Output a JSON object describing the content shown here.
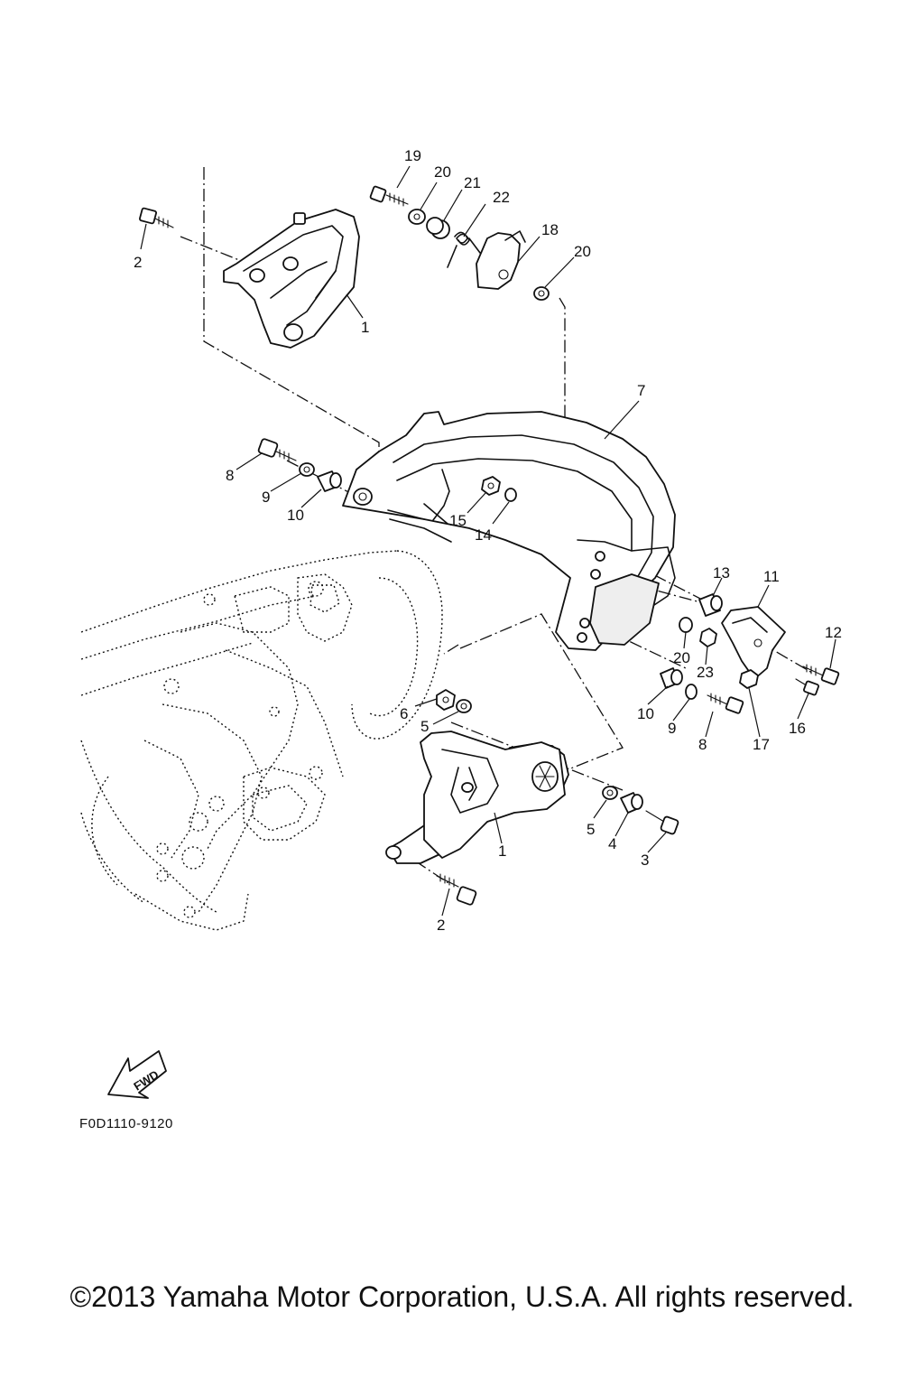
{
  "diagram": {
    "callouts": [
      {
        "id": "19",
        "text": "19"
      },
      {
        "id": "20a",
        "text": "20"
      },
      {
        "id": "21",
        "text": "21"
      },
      {
        "id": "22",
        "text": "22"
      },
      {
        "id": "18",
        "text": "18"
      },
      {
        "id": "20b",
        "text": "20"
      },
      {
        "id": "2a",
        "text": "2"
      },
      {
        "id": "1a",
        "text": "1"
      },
      {
        "id": "7",
        "text": "7"
      },
      {
        "id": "8a",
        "text": "8"
      },
      {
        "id": "9a",
        "text": "9"
      },
      {
        "id": "10a",
        "text": "10"
      },
      {
        "id": "15",
        "text": "15"
      },
      {
        "id": "14",
        "text": "14"
      },
      {
        "id": "13",
        "text": "13"
      },
      {
        "id": "11",
        "text": "11"
      },
      {
        "id": "12",
        "text": "12"
      },
      {
        "id": "20c",
        "text": "20"
      },
      {
        "id": "23",
        "text": "23"
      },
      {
        "id": "10b",
        "text": "10"
      },
      {
        "id": "9b",
        "text": "9"
      },
      {
        "id": "8b",
        "text": "8"
      },
      {
        "id": "17",
        "text": "17"
      },
      {
        "id": "16",
        "text": "16"
      },
      {
        "id": "6",
        "text": "6"
      },
      {
        "id": "5a",
        "text": "5"
      },
      {
        "id": "5b",
        "text": "5"
      },
      {
        "id": "4",
        "text": "4"
      },
      {
        "id": "3",
        "text": "3"
      },
      {
        "id": "1b",
        "text": "1"
      },
      {
        "id": "2b",
        "text": "2"
      }
    ],
    "fwd_label": "FWD",
    "figure_code": "F0D1110-9120"
  },
  "footer": {
    "copyright": "©2013 Yamaha Motor Corporation, U.S.A. All rights reserved."
  }
}
